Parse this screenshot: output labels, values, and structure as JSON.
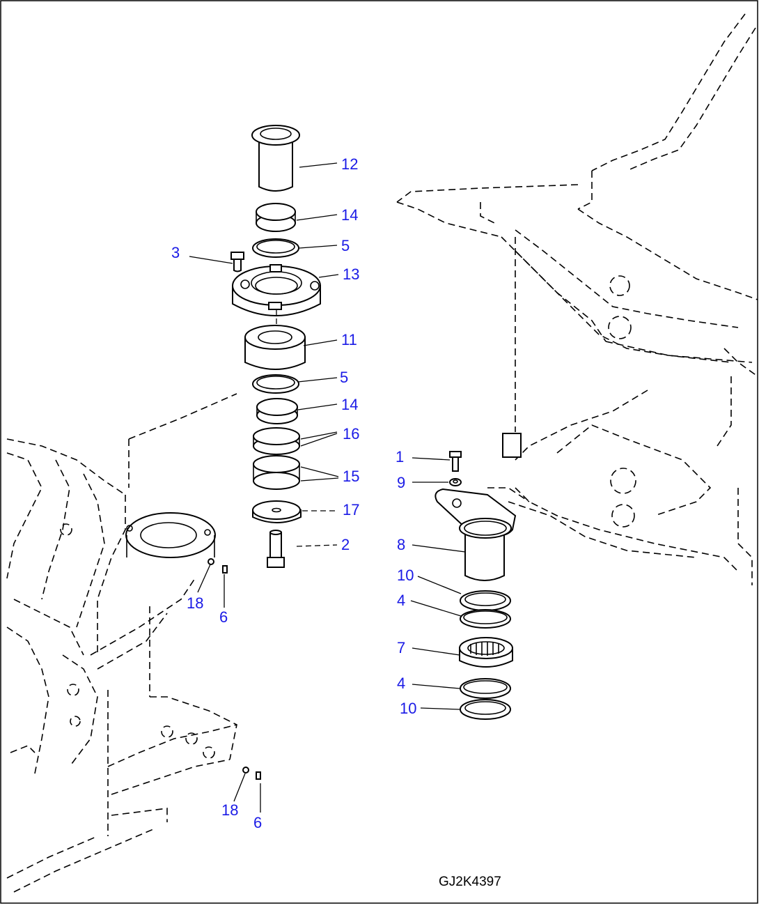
{
  "drawing": {
    "code": "GJ2K4397",
    "callouts": [
      "12",
      "14",
      "3",
      "5",
      "13",
      "11",
      "5",
      "14",
      "16",
      "15",
      "17",
      "2",
      "18",
      "6",
      "1",
      "9",
      "8",
      "10",
      "4",
      "7",
      "4",
      "10",
      "18",
      "6"
    ]
  }
}
